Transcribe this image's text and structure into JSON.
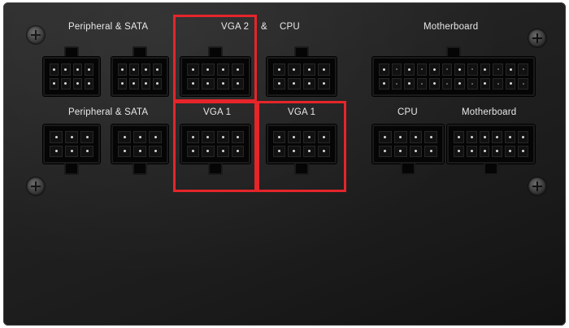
{
  "labels": {
    "peripheral_sata_top": "Peripheral & SATA",
    "vga2": "VGA 2",
    "amp": "&",
    "cpu_top": "CPU",
    "motherboard_top": "Motherboard",
    "peripheral_sata_bottom": "Peripheral & SATA",
    "vga1_left": "VGA 1",
    "vga1_right": "VGA 1",
    "cpu_bottom": "CPU",
    "motherboard_bottom": "Motherboard"
  },
  "connectors": [
    {
      "name": "peripheral-sata-top-1",
      "cols": 4,
      "rows": 2
    },
    {
      "name": "peripheral-sata-top-2",
      "cols": 4,
      "rows": 2
    },
    {
      "name": "vga2-top",
      "cols": 4,
      "rows": 2
    },
    {
      "name": "cpu-top",
      "cols": 4,
      "rows": 2
    },
    {
      "name": "motherboard-top",
      "cols": 12,
      "rows": 2
    },
    {
      "name": "peripheral-sata-bottom-1",
      "cols": 3,
      "rows": 2
    },
    {
      "name": "peripheral-sata-bottom-2",
      "cols": 3,
      "rows": 2
    },
    {
      "name": "vga1-left",
      "cols": 4,
      "rows": 2
    },
    {
      "name": "vga1-right",
      "cols": 4,
      "rows": 2
    },
    {
      "name": "cpu-bottom",
      "cols": 4,
      "rows": 2
    },
    {
      "name": "motherboard-bottom",
      "cols": 6,
      "rows": 2
    }
  ],
  "highlight_color": "#e5252a",
  "icons": [
    "screw-icon"
  ]
}
